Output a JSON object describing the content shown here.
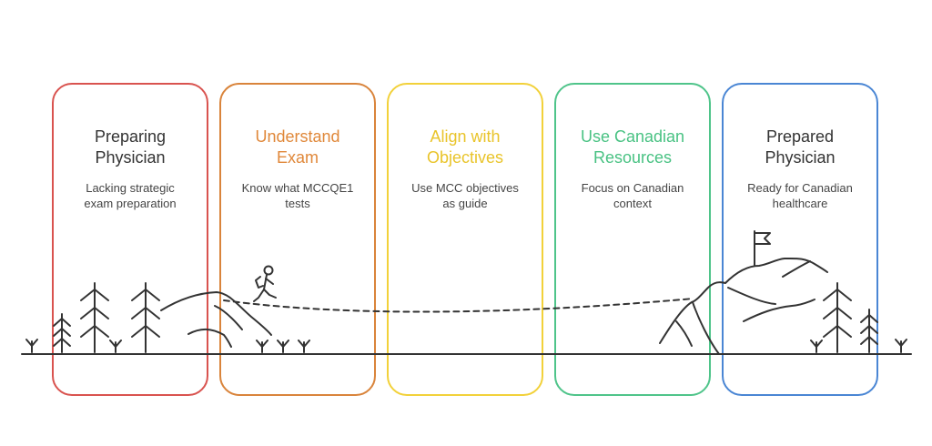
{
  "steps": [
    {
      "title": "Preparing\nPhysician",
      "description": "Lacking strategic\nexam preparation",
      "color": "#d9534f"
    },
    {
      "title": "Understand\nExam",
      "description": "Know what MCCQE1\ntests",
      "color": "#d9843b"
    },
    {
      "title": "Align with\nObjectives",
      "description": "Use MCC objectives\nas guide",
      "color": "#f2d13a"
    },
    {
      "title": "Use Canadian\nResources",
      "description": "Focus on Canadian\ncontext",
      "color": "#4fc48a"
    },
    {
      "title": "Prepared\nPhysician",
      "description": "Ready for Canadian\nhealthcare",
      "color": "#4a86d4"
    }
  ],
  "illustration": {
    "icons": [
      "pine-tree-icon",
      "hiker-icon",
      "mountain-icon",
      "flag-icon",
      "grass-icon"
    ]
  }
}
